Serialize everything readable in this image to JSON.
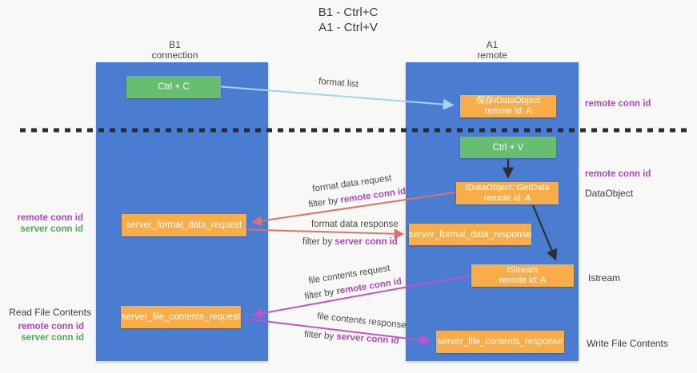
{
  "title": {
    "line1": "B1 - Ctrl+C",
    "line2": "A1 - Ctrl+V"
  },
  "lifelines": {
    "b1": {
      "name": "B1",
      "role": "connection"
    },
    "a1": {
      "name": "A1",
      "role": "remote"
    }
  },
  "nodes": {
    "ctrl_c": {
      "label": "Ctrl + C"
    },
    "ctrl_v": {
      "label": "Ctrl + V"
    },
    "save_dataobject": {
      "line1": "保存IDataObject",
      "line2": "remote id: A"
    },
    "getdata": {
      "line1": "IDataObject::GetData",
      "line2": "remote id: A"
    },
    "istream": {
      "line1": "IStream",
      "line2": "remote id: A"
    },
    "format_request": {
      "label": "server_format_data_request"
    },
    "format_response": {
      "label": "server_format_data_response"
    },
    "file_request": {
      "label": "server_file_contents_request"
    },
    "file_response": {
      "label": "server_file_contents_response"
    }
  },
  "edges": {
    "format_list": {
      "label": "format list"
    },
    "format_data_request": {
      "label": "format data request",
      "filter_prefix": "filter by ",
      "filter_key": "remote conn id"
    },
    "format_data_response": {
      "label": "format data response",
      "filter_prefix": "filter by ",
      "filter_key": "server conn id"
    },
    "file_contents_request": {
      "label": "file contents request",
      "filter_prefix": "filter by ",
      "filter_key": "remote conn id"
    },
    "file_contents_response": {
      "label": "file contents response",
      "filter_prefix": "filter by ",
      "filter_key": "server conn id"
    }
  },
  "annotations": {
    "top_right_conn": "remote conn id",
    "mid_right_conn": "remote conn id",
    "mid_right_obj": "DataObject",
    "istream_right": "Istream",
    "bottom_right": "Write File Contents",
    "mid_left_remote": "remote conn id",
    "mid_left_server": "server conn id",
    "bottom_left_title": "Read File Contents",
    "bottom_left_remote": "remote conn id",
    "bottom_left_server": "server conn id"
  },
  "colors": {
    "lifeline_blue": "#4a7dd2",
    "action_green": "#67be71",
    "message_orange": "#f9ad49",
    "remote_conn_purple": "#ab47bc",
    "server_conn_green": "#52a65a",
    "format_arrow_red": "#e0706c",
    "file_arrow_magenta": "#c750c7",
    "format_list_arrow_blue": "#a6d2ef",
    "boundary_dash": "#2b2b2b"
  }
}
